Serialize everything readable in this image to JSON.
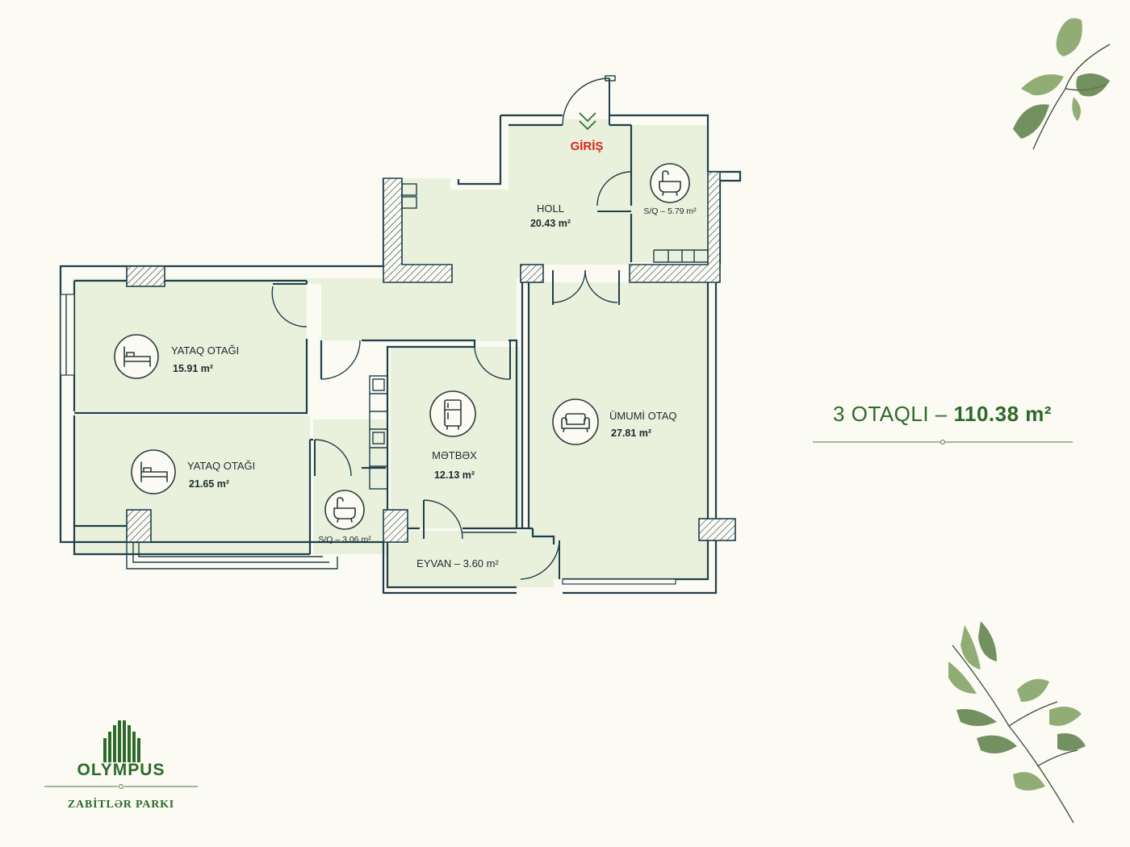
{
  "plan": {
    "entrance": "GİRİŞ",
    "rooms": {
      "holl": {
        "name": "HOLL",
        "area": "20.43 m²"
      },
      "sq_top": {
        "label": "S/Q – 5.79 m²"
      },
      "bedroom1": {
        "name": "YATAQ OTAĞI",
        "area": "15.91 m²"
      },
      "bedroom2": {
        "name": "YATAQ OTAĞI",
        "area": "21.65 m²"
      },
      "kitchen": {
        "name": "MƏTBƏX",
        "area": "12.13 m²"
      },
      "living": {
        "name": "ÜMUMİ OTAQ",
        "area": "27.81 m²"
      },
      "sq_bottom": {
        "label": "S/Q – 3.06 m²"
      },
      "balcony": {
        "label": "EYVAN – 3.60 m²"
      }
    },
    "icons": {
      "bath": "bathtub-icon",
      "bed": "bed-icon",
      "fridge": "fridge-icon",
      "sofa": "sofa-icon",
      "entry": "double-chevron-down-icon"
    },
    "colors": {
      "floor": "#e9f1dc",
      "wall": "#1f3f4a",
      "entry": "#d9241c",
      "brand": "#2b6a29",
      "background": "#fbfaf3"
    }
  },
  "summary": {
    "rooms_label": "3 OTAQLI –",
    "total_area": "110.38 m²"
  },
  "brand": {
    "name": "OLYMPUS",
    "subtitle": "ZABİTLƏR PARKI"
  }
}
